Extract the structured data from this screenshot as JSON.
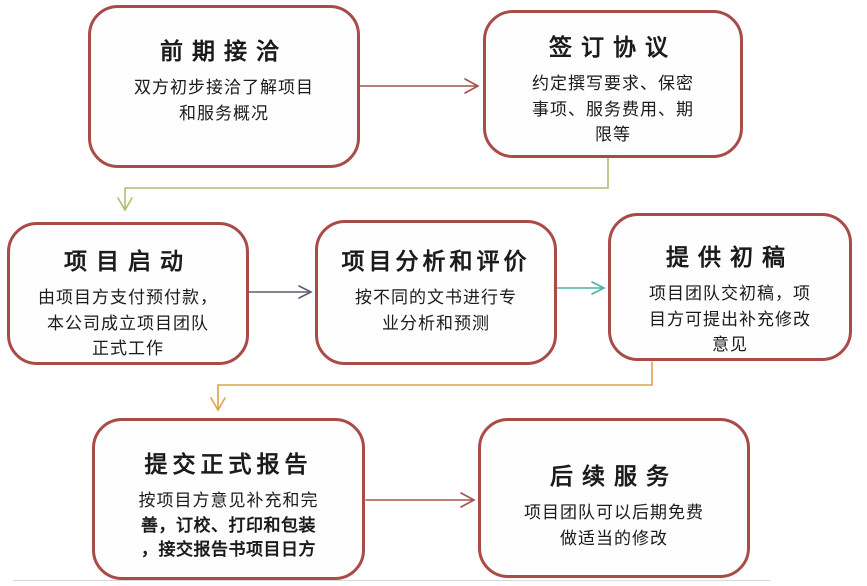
{
  "colors": {
    "page-bg": "#ffffff",
    "node-border": "#a94b47",
    "text": "#1b1b1b",
    "arrow-red": "#a8504b",
    "arrow-olive": "#b5ba6e",
    "arrow-purple": "#635a74",
    "arrow-teal": "#4fb0ab",
    "arrow-orange": "#dfa24c",
    "baseline-gray": "#d9d9d9"
  },
  "nodes": [
    {
      "id": "initial-contact",
      "title": "前期接洽",
      "body": "双方初步接洽了解项目\n和服务概况"
    },
    {
      "id": "sign-agreement",
      "title": "签订协议",
      "body": "约定撰写要求、保密\n事项、服务费用、期\n限等"
    },
    {
      "id": "project-launch",
      "title": "项目启动",
      "body": "由项目方支付预付款，\n本公司成立项目团队\n正式工作"
    },
    {
      "id": "analysis-evaluation",
      "title": "项目分析和评价",
      "body": "按不同的文书进行专\n业分析和预测"
    },
    {
      "id": "first-draft",
      "title": "提供初稿",
      "body": "项目团队交初稿，项\n目方可提出补充修改\n意见"
    },
    {
      "id": "final-report",
      "title": "提交正式报告",
      "body": "按项目方意见补充和完",
      "body2": "善，订校、打印和包装\n，接交报告书项目日方"
    },
    {
      "id": "follow-up",
      "title": "后续服务",
      "body": "项目团队可以后期免费\n做适当的修改"
    }
  ],
  "connectors": [
    {
      "from": "initial-contact",
      "to": "sign-agreement",
      "style": "straight",
      "color": "#a8504b"
    },
    {
      "from": "sign-agreement",
      "to": "project-launch",
      "style": "elbow",
      "color": "#b5ba6e"
    },
    {
      "from": "project-launch",
      "to": "analysis-evaluation",
      "style": "straight",
      "color": "#635a74"
    },
    {
      "from": "analysis-evaluation",
      "to": "first-draft",
      "style": "straight",
      "color": "#4fb0ab"
    },
    {
      "from": "first-draft",
      "to": "final-report",
      "style": "elbow",
      "color": "#dfa24c"
    },
    {
      "from": "final-report",
      "to": "follow-up",
      "style": "straight",
      "color": "#a8504b"
    }
  ]
}
